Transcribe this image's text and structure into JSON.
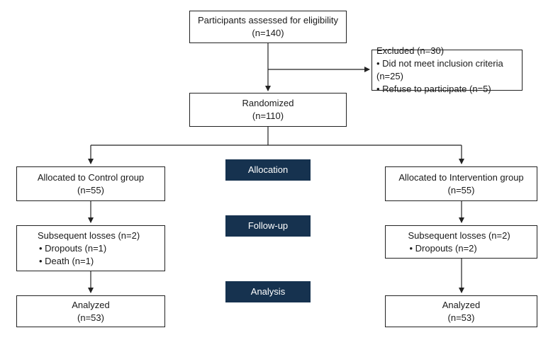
{
  "assessed": {
    "line1": "Participants assessed for eligibility",
    "line2": "(n=140)"
  },
  "excluded": {
    "title": "Excluded (n=30)",
    "items": [
      "Did not meet inclusion criteria (n=25)",
      "Refuse to participate (n=5)"
    ]
  },
  "randomized": {
    "line1": "Randomized",
    "line2": "(n=110)"
  },
  "stages": {
    "allocation": "Allocation",
    "followup": "Follow-up",
    "analysis": "Analysis"
  },
  "control": {
    "allocated": {
      "line1": "Allocated to Control group",
      "line2": "(n=55)"
    },
    "losses": {
      "title": "Subsequent losses (n=2)",
      "items": [
        "Dropouts (n=1)",
        "Death (n=1)"
      ]
    },
    "analyzed": {
      "line1": "Analyzed",
      "line2": "(n=53)"
    }
  },
  "intervention": {
    "allocated": {
      "line1": "Allocated to Intervention group",
      "line2": "(n=55)"
    },
    "losses": {
      "title": "Subsequent losses (n=2)",
      "items": [
        "Dropouts (n=2)"
      ]
    },
    "analyzed": {
      "line1": "Analyzed",
      "line2": "(n=53)"
    }
  },
  "colors": {
    "stage_fill": "#16324f",
    "line": "#222222"
  }
}
